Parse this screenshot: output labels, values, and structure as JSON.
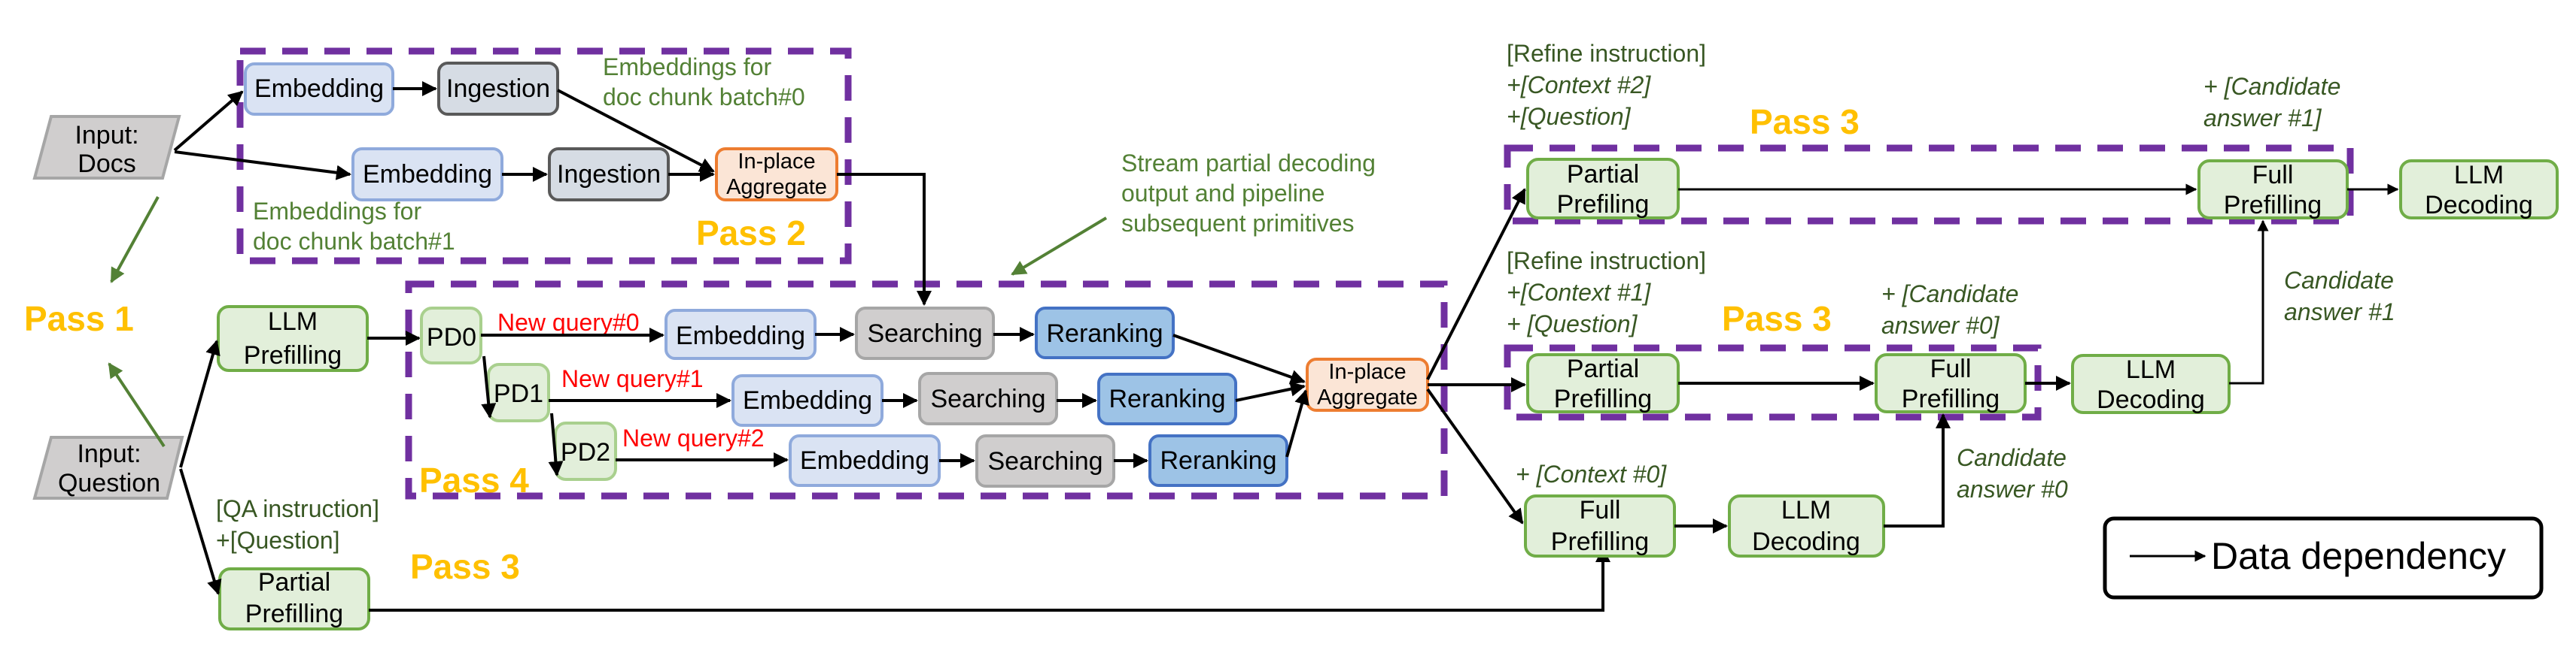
{
  "colors": {
    "green_box_fill": "#E2EFDA",
    "green_box_stroke": "#70AD47",
    "light_green_stroke": "#A9D08E",
    "embed_fill": "#DAE3F3",
    "embed_stroke": "#8FAADC",
    "ingest_fill": "#D6DCE4",
    "ingest_stroke": "#595959",
    "search_fill": "#D0CECE",
    "search_stroke": "#A6A6A6",
    "rerank_fill": "#9DC3E6",
    "rerank_stroke": "#4472C4",
    "aggregate_fill": "#FBE5D6",
    "aggregate_stroke": "#ED7D31",
    "input_fill": "#D0CECE",
    "input_stroke": "#A6A6A6",
    "pass_label": "#FFC000",
    "pass_border": "#7030A0",
    "annotation_green": "#538135",
    "query_red": "#FF0000"
  },
  "inputs": {
    "docs": [
      "Input:",
      "Docs"
    ],
    "question": [
      "Input:",
      "Question"
    ]
  },
  "passes": {
    "pass1": "Pass 1",
    "pass2": "Pass 2",
    "pass3_bottom": "Pass 3",
    "pass3_top": "Pass 3",
    "pass3_mid": "Pass 3",
    "pass4": "Pass 4"
  },
  "pass2": {
    "embedding_a": "Embedding",
    "ingestion_a": "Ingestion",
    "embedding_b": "Embedding",
    "ingestion_b": "Ingestion",
    "aggregate": [
      "In-place",
      "Aggregate"
    ],
    "note_batch0": [
      "Embeddings for",
      "doc chunk batch#0"
    ],
    "note_batch1": [
      "Embeddings for",
      "doc chunk batch#1"
    ]
  },
  "left": {
    "llm_prefilling": [
      "LLM",
      "Prefilling"
    ],
    "partial_prefilling": [
      "Partial",
      "Prefilling"
    ],
    "qa_note": [
      "[QA instruction]",
      "+[Question]"
    ]
  },
  "pass4": {
    "pd": [
      "PD0",
      "PD1",
      "PD2"
    ],
    "queries": [
      "New query#0",
      "New query#1",
      "New query#2"
    ],
    "embedding": "Embedding",
    "searching": "Searching",
    "reranking": "Reranking",
    "aggregate": [
      "In-place",
      "Aggregate"
    ]
  },
  "stream_note": [
    "Stream partial decoding",
    "output and pipeline",
    "subsequent primitives"
  ],
  "right": {
    "top_note": [
      "[Refine instruction]",
      "+[Context #2]",
      "+[Question]"
    ],
    "top_partial": [
      "Partial",
      "Prefiling"
    ],
    "top_full": [
      "Full",
      "Prefilling"
    ],
    "top_decoding": [
      "LLM",
      "Decoding"
    ],
    "top_candidate_note": [
      "+ [Candidate",
      "answer #1]"
    ],
    "mid_note": [
      "[Refine instruction]",
      "+[Context #1]",
      "+ [Question]"
    ],
    "mid_partial": [
      "Partial",
      "Prefilling"
    ],
    "mid_full": [
      "Full",
      "Prefilling"
    ],
    "mid_decoding": [
      "LLM",
      "Decoding"
    ],
    "mid_candidate_note": [
      "+ [Candidate",
      "answer #0]"
    ],
    "mid_answer_label": [
      "Candidate",
      "answer #1"
    ],
    "bot_note": "+ [Context #0]",
    "bot_full": [
      "Full",
      "Prefilling"
    ],
    "bot_decoding": [
      "LLM",
      "Decoding"
    ],
    "bot_answer_label": [
      "Candidate",
      "answer #0"
    ]
  },
  "legend": {
    "label": "Data dependency"
  }
}
